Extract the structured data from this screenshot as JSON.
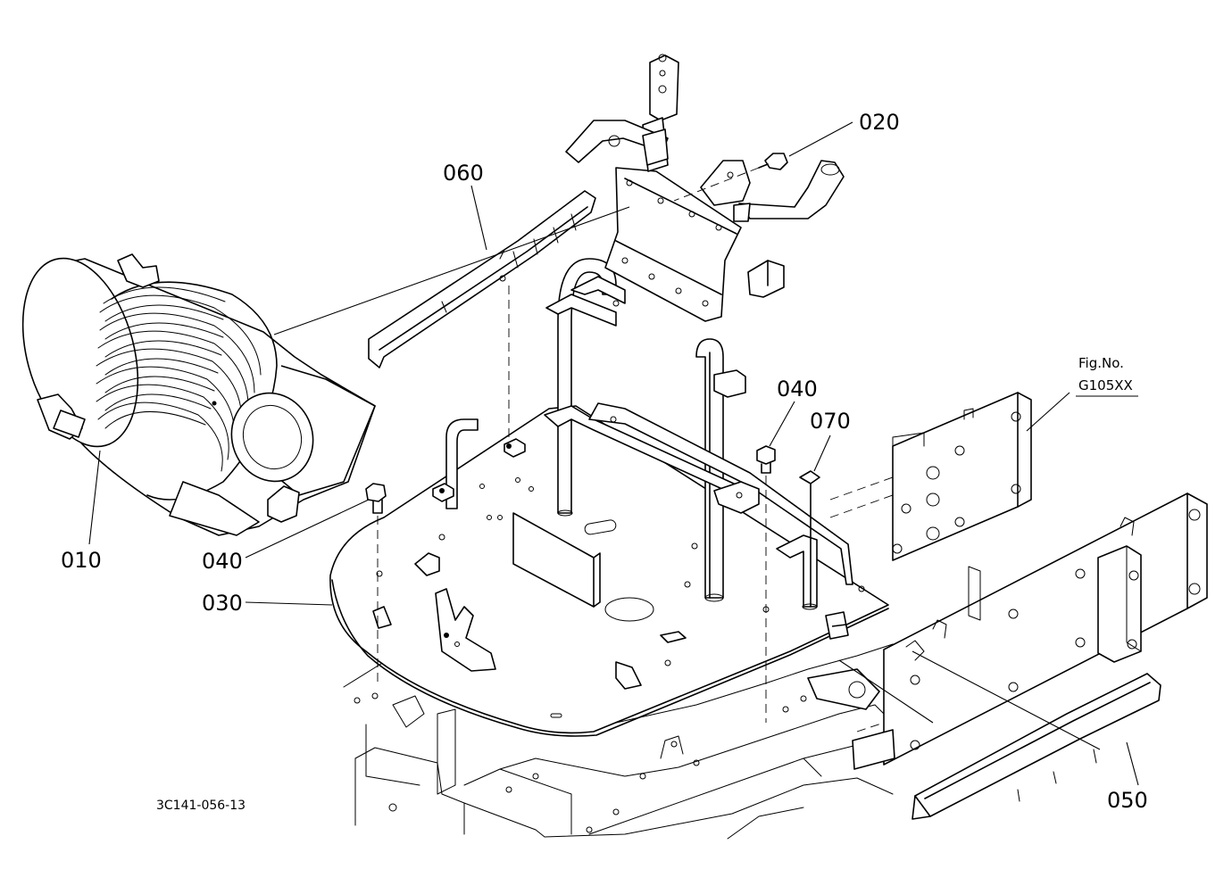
{
  "diagram_code": "3C141-056-13",
  "figure_ref": {
    "label": "Fig.No.",
    "number": "G105XX"
  },
  "callouts": [
    {
      "id": "c010",
      "text": "010"
    },
    {
      "id": "c020",
      "text": "020"
    },
    {
      "id": "c030",
      "text": "030"
    },
    {
      "id": "c040a",
      "text": "040"
    },
    {
      "id": "c040b",
      "text": "040"
    },
    {
      "id": "c050",
      "text": "050"
    },
    {
      "id": "c060",
      "text": "060"
    },
    {
      "id": "c070",
      "text": "070"
    }
  ]
}
